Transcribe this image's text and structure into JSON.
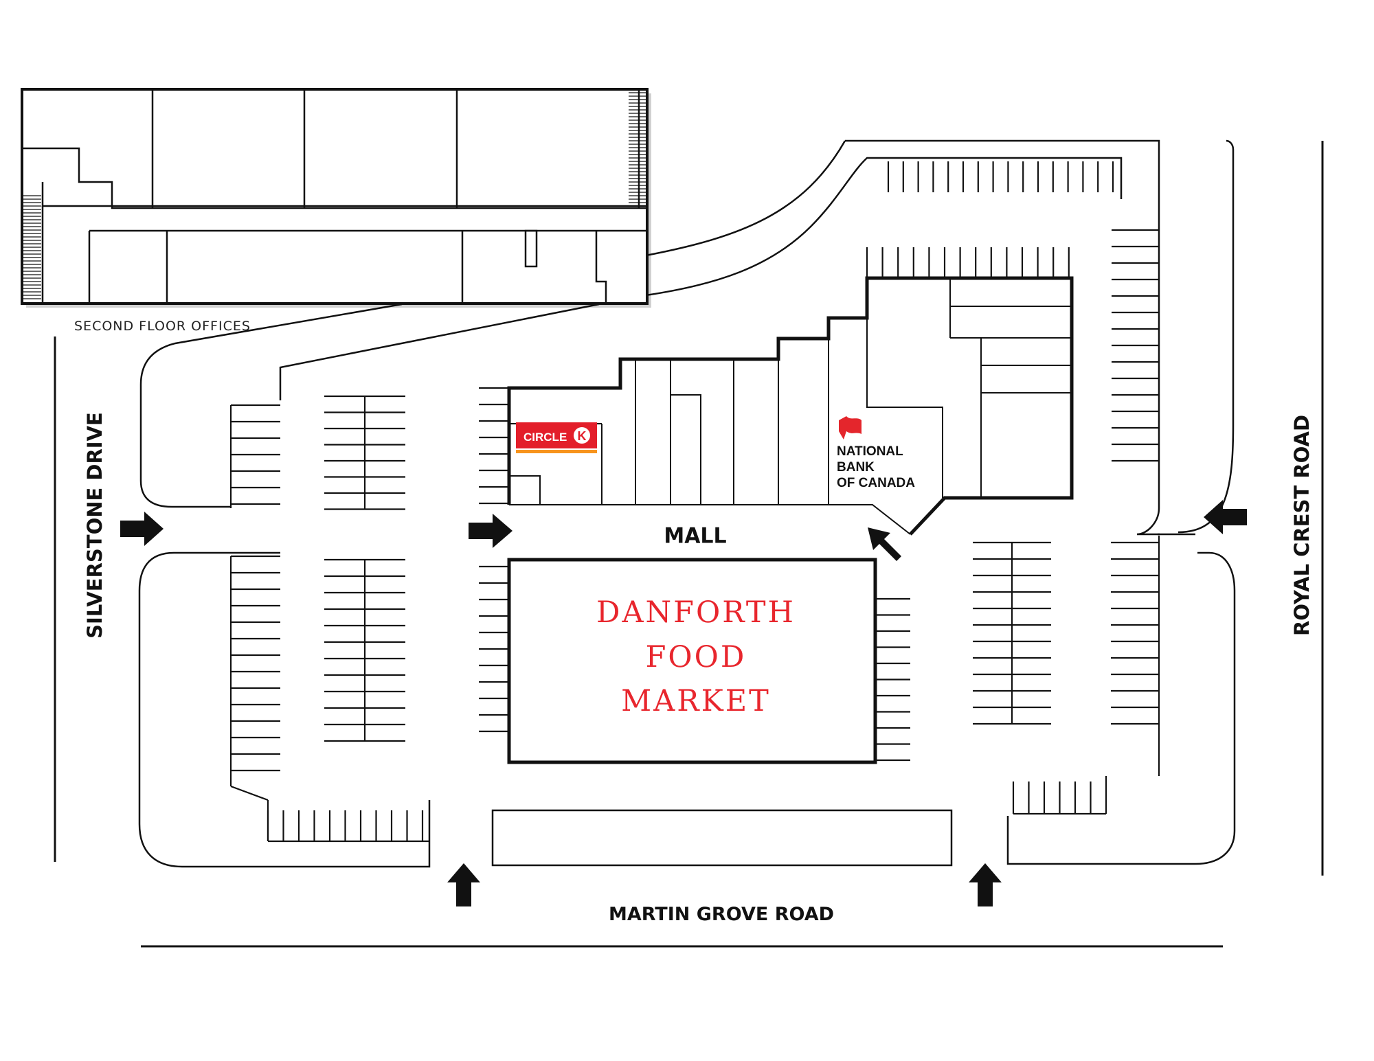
{
  "streets": {
    "west": "SILVERSTONE DRIVE",
    "east": "ROYAL CREST ROAD",
    "south": "MARTIN GROVE ROAD"
  },
  "labels": {
    "mall": "MALL",
    "second_floor": "SECOND FLOOR OFFICES"
  },
  "anchor_store": {
    "line1": "DANFORTH",
    "line2": "FOOD",
    "line3": "MARKET"
  },
  "tenants": {
    "circle_k": {
      "text": "CIRCLE",
      "mark": "K"
    },
    "national_bank": {
      "line1": "NATIONAL",
      "line2": "BANK",
      "line3": "OF CANADA"
    }
  },
  "colors": {
    "anchor_text": "#e8262d",
    "circle_k_red": "#e31e2a",
    "circle_k_orange": "#f7941d",
    "bank_red": "#e4262c",
    "line": "#111111"
  }
}
